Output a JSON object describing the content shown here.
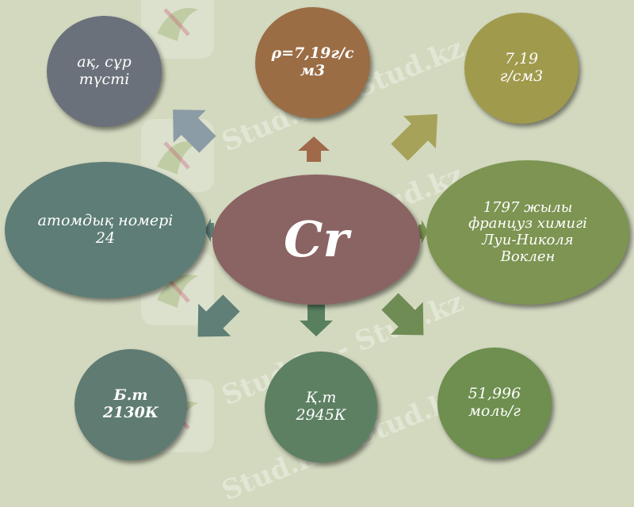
{
  "center": {
    "symbol": "Cr"
  },
  "nodes": {
    "color": "ақ, сұр\nтүсті",
    "density_formula": "ρ=7,19г/с\nм3",
    "density_value": "7,19\nг/см3",
    "atomic_number": "атомдық номері\n24",
    "discovery": "1797 жылы\nфранцуз химигі\nЛуи-Николя\nВоклен",
    "melting_point": "Б.т\n2130К",
    "boiling_point": "Қ.т\n2945К",
    "molar_mass": "51,996\nмоль/г"
  },
  "watermark": {
    "text": "Stud.kz - Stud.kz"
  },
  "colors": {
    "background": "#d3d9bf",
    "center": "#8a6363",
    "color_node": "#6a717b",
    "density_formula_node": "#9b6d45",
    "density_value_node": "#a09a4d",
    "atomic_number_node": "#5e7d77",
    "discovery_node": "#7d9452",
    "melting_point_node": "#5f7b72",
    "boiling_point_node": "#5d8063",
    "molar_mass_node": "#6e8f4f",
    "arrow_gray": "#8c9ca6",
    "arrow_brown": "#a0694a",
    "arrow_olive": "#a6a259",
    "arrow_teal": "#5f7f77",
    "arrow_green": "#58805f",
    "arrow_darkgreen": "#6f8c55"
  }
}
